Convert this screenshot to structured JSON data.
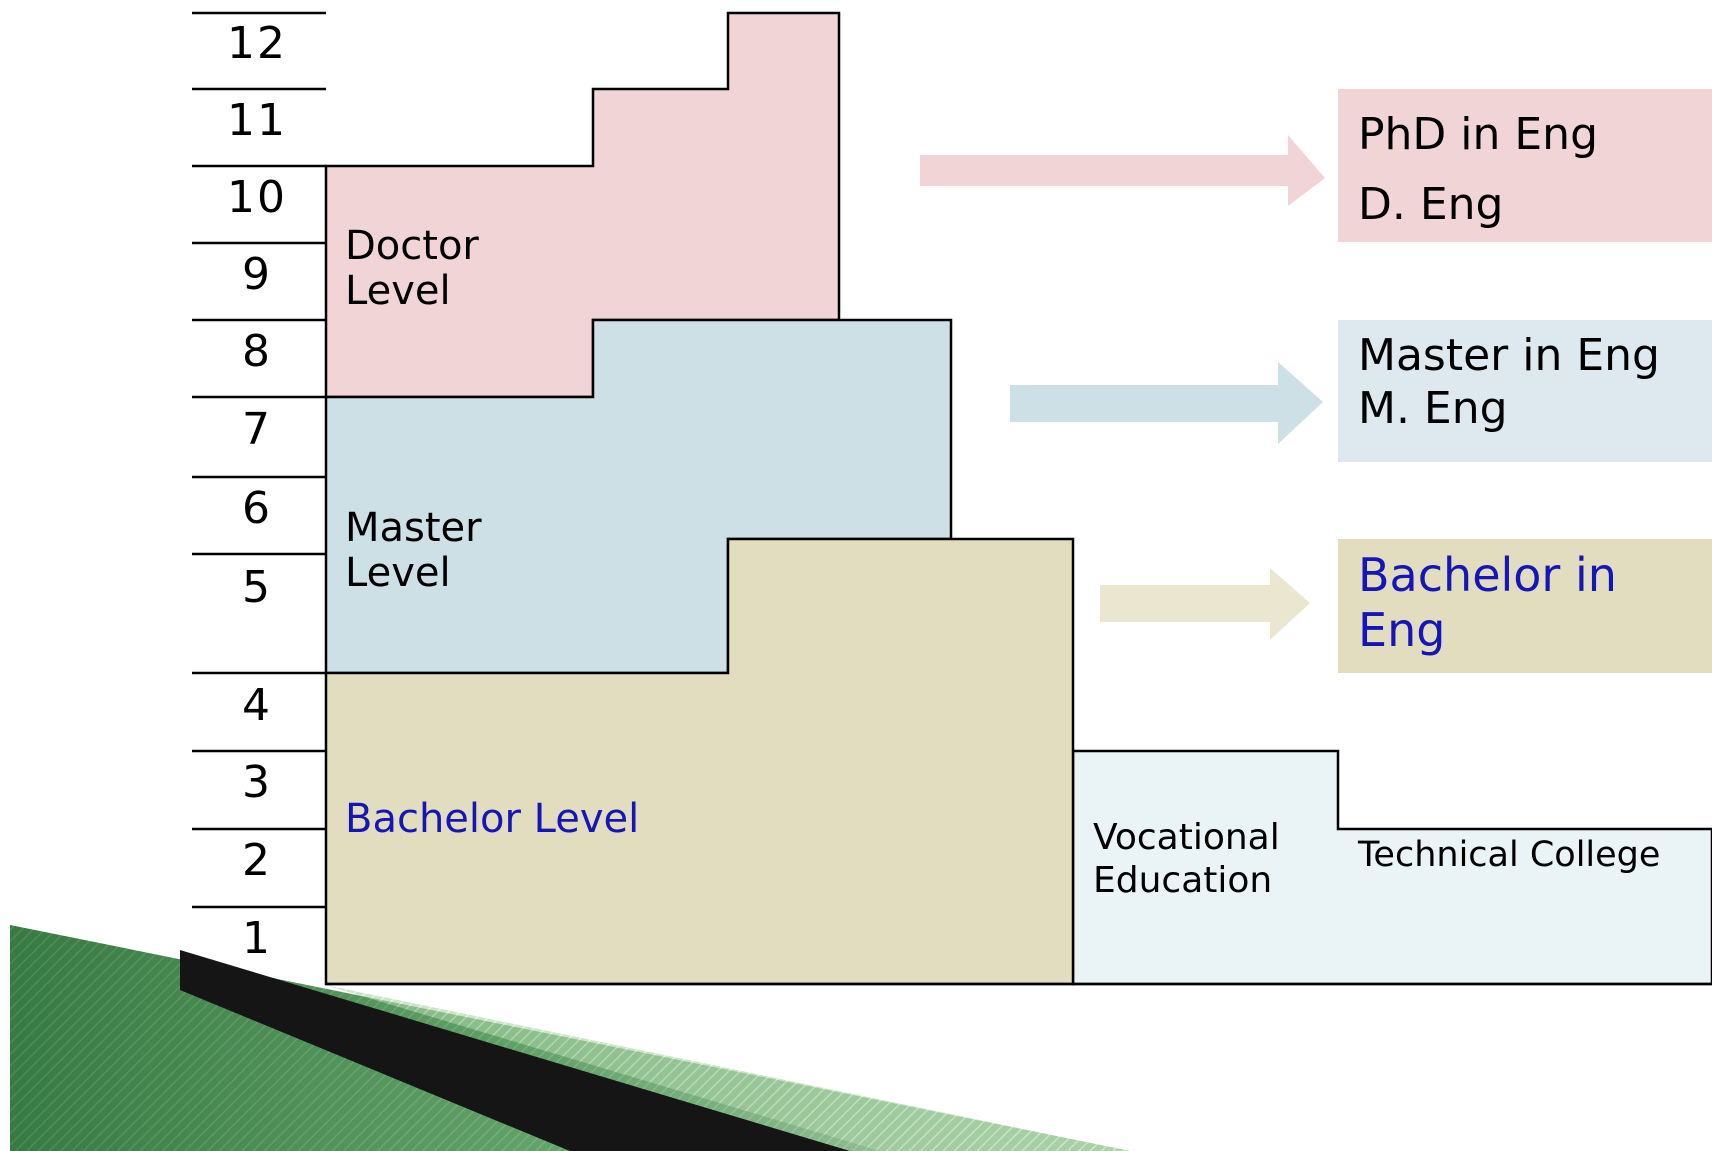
{
  "year_scale": [
    "12",
    "11",
    "10",
    "9",
    "8",
    "7",
    "6",
    "5",
    "4",
    "3",
    "2",
    "1"
  ],
  "levels": {
    "doctor": {
      "label_line1": "Doctor",
      "label_line2": "Level",
      "fill": "#f0d4d6"
    },
    "master": {
      "label_line1": "Master",
      "label_line2": "Level",
      "fill": "#cde0e6"
    },
    "bachelor": {
      "label": "Bachelor Level",
      "fill": "#e3ddc0",
      "text_color": "#1515b8"
    },
    "vocational": {
      "label_line1": "Vocational",
      "label_line2": "Education",
      "fill": "#eaf3f6"
    },
    "technical": {
      "label": "Technical College"
    }
  },
  "degrees": {
    "doctor": {
      "line1": "PhD in Eng",
      "line2": "D. Eng"
    },
    "master": {
      "line1": "Master in Eng",
      "line2": "M. Eng"
    },
    "bachelor": {
      "line1": "Bachelor in",
      "line2": "Eng"
    }
  }
}
